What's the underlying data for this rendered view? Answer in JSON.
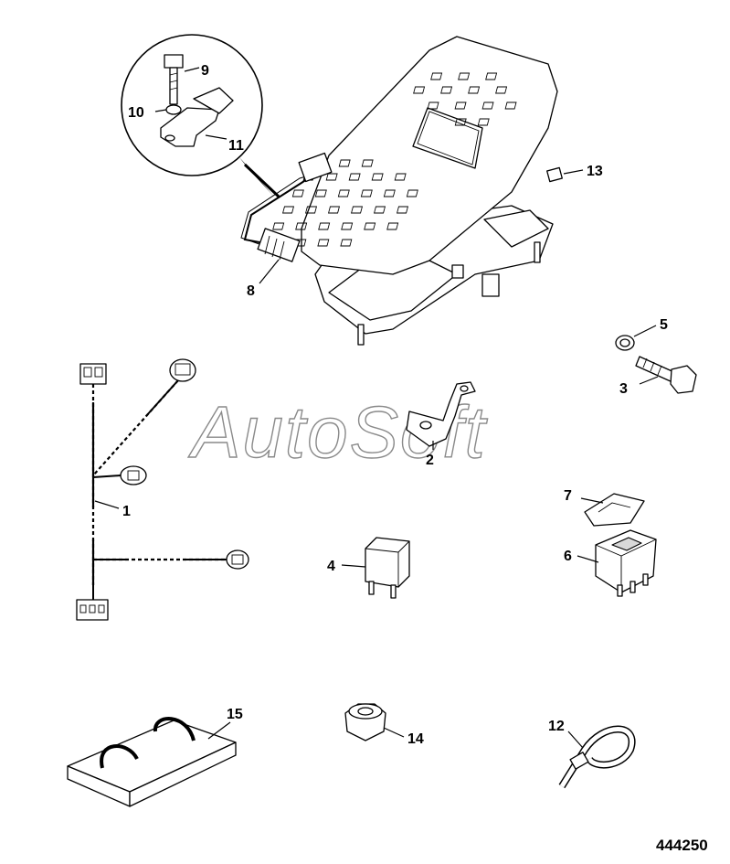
{
  "watermark": "AutoSoft",
  "reference_number": "444250",
  "callouts": {
    "c1": "1",
    "c2": "2",
    "c3": "3",
    "c4": "4",
    "c5": "5",
    "c6": "6",
    "c7": "7",
    "c8": "8",
    "c9": "9",
    "c10": "10",
    "c11": "11",
    "c12": "12",
    "c13": "13",
    "c14": "14",
    "c15": "15"
  }
}
